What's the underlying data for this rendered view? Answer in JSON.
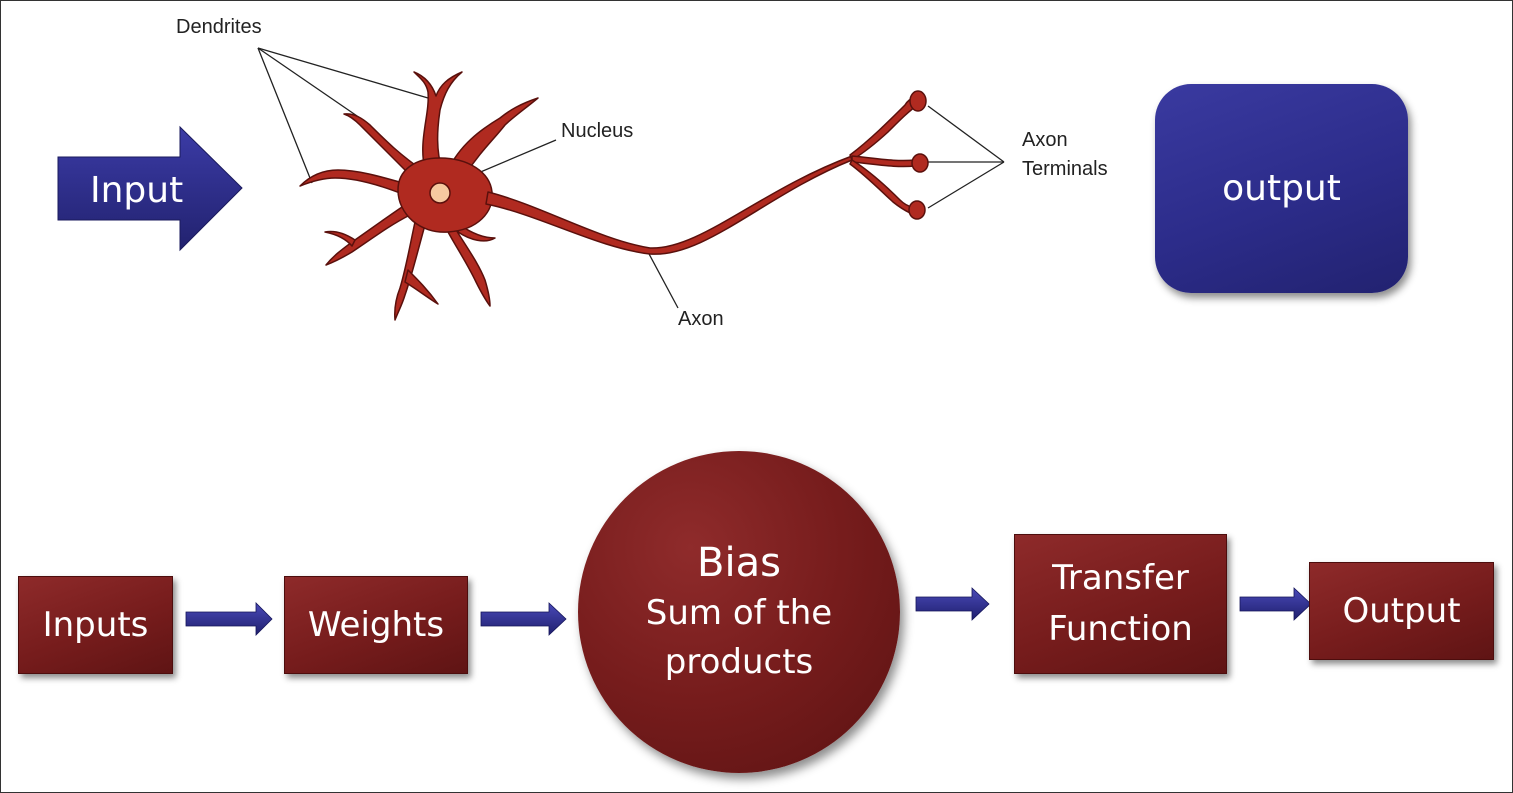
{
  "neuron": {
    "input_label": "Input",
    "output_label": "output",
    "dendrites_label": "Dendrites",
    "nucleus_label": "Nucleus",
    "axon_label": "Axon",
    "axon_terminals_line1": "Axon",
    "axon_terminals_line2": "Terminals"
  },
  "model": {
    "inputs": "Inputs",
    "weights": "Weights",
    "bias_title": "Bias",
    "bias_line2": "Sum of the",
    "bias_line3": "products",
    "transfer_line1": "Transfer",
    "transfer_line2": "Function",
    "output": "Output"
  },
  "colors": {
    "blue": "#2c2c8a",
    "maroon": "#761c1c",
    "neuron_red": "#b02a20",
    "nucleus": "#f6c9a0"
  }
}
